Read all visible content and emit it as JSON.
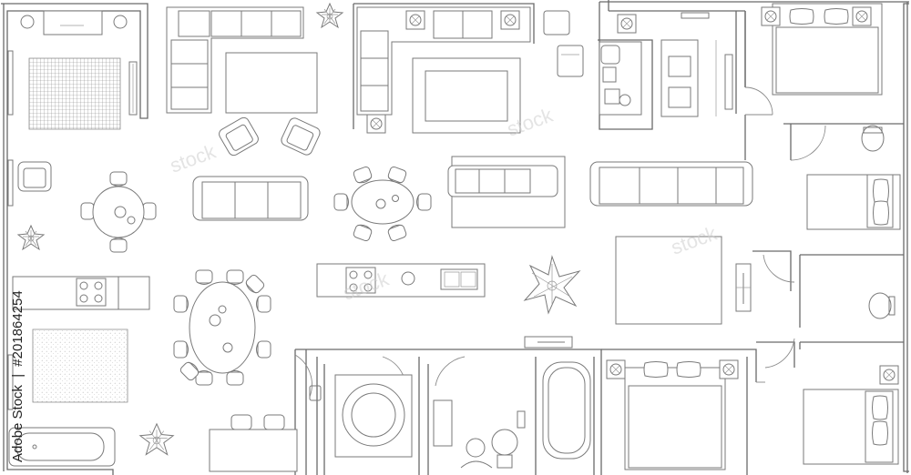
{
  "stock": {
    "provider": "Adobe Stock",
    "separator": "|",
    "id_prefix": "#",
    "id": "201864254"
  },
  "watermark": {
    "text": "stock"
  },
  "colors": {
    "line": "#7a7a7a",
    "wall": "#6a6a6a",
    "background": "#ffffff"
  }
}
